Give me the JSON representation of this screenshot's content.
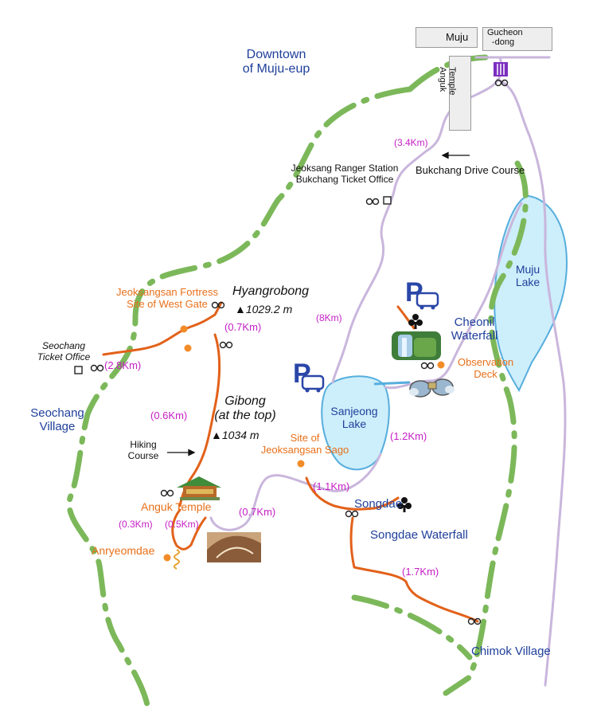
{
  "places": {
    "downtown": [
      "Downtown",
      "of Muju-eup"
    ],
    "seochang_village": [
      "Seochang",
      "Village"
    ],
    "muju_lake": [
      "Muju",
      "Lake"
    ],
    "sanjeong_lake": [
      "Sanjeong",
      "Lake"
    ],
    "cheonil_waterfall": [
      "Cheonil",
      "Waterfall"
    ],
    "songdae": "Songdae",
    "songdae_waterfall": "Songdae Waterfall",
    "chimok_village": "Chimok Village"
  },
  "signs": {
    "muju": "Muju",
    "gucheon": [
      "Gucheon",
      "-dong"
    ],
    "anguk_temple_sign": [
      "Anguk",
      "Temple"
    ]
  },
  "landmarks": {
    "ranger_station": [
      "Jeoksang Ranger Station",
      "Bukchang Ticket Office"
    ],
    "bukchang_drive": "Bukchang Drive Course",
    "fortress": [
      "Jeoksangsan Fortress",
      "Site of West Gate"
    ],
    "seochang_ticket": [
      "Seochang",
      "Ticket Office"
    ],
    "hiking_course": [
      "Hiking",
      "Course"
    ],
    "observation_deck": [
      "Observation",
      "Deck"
    ],
    "sago": [
      "Site of",
      "Jeoksangsan Sago"
    ],
    "anguk_temple": "Anguk Temple",
    "anryeomdae": "Anryeomdae"
  },
  "peaks": {
    "hyangrobong": "Hyangrobong",
    "hyangrobong_elev": "▲1029.2 m",
    "gibong": [
      "Gibong",
      "(at the top)"
    ],
    "gibong_elev": "▲1034 m"
  },
  "distances": {
    "d_3_4": "(3.4Km)",
    "d_8": "(8Km)",
    "d_0_7a": "(0.7Km)",
    "d_2_8": "(2.8Km)",
    "d_0_6": "(0.6Km)",
    "d_1_2": "(1.2Km)",
    "d_1_1": "(1.1Km)",
    "d_0_7b": "(0.7Km)",
    "d_0_3": "(0.3Km)",
    "d_0_5": "(0.5Km)",
    "d_1_7": "(1.7Km)"
  },
  "colors": {
    "road": "#c9b6dc",
    "hiking_trail": "#e2611a",
    "boundary": "#7cb85a",
    "water": "#cdeefb",
    "water_edge": "#56aedd",
    "parking": "#2a47a8",
    "sign_arrow": "#1f4aa0"
  }
}
